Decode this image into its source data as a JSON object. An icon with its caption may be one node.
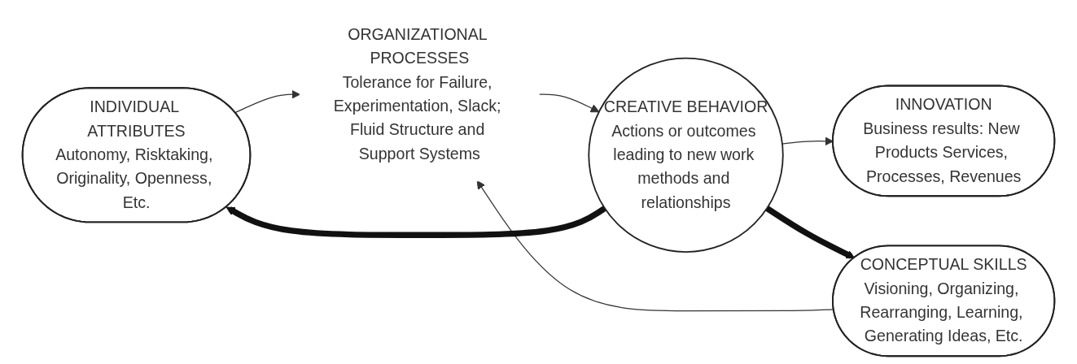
{
  "diagram": {
    "nodes": [
      {
        "text": [
          "INDIVIDUAL ATTRIBUTES",
          "Autonomy, Risktaking, Originality, Openness, Etc."
        ]
      },
      {
        "text": [
          "CONCEPTUAL SKILLS",
          "Visioning, Organizing, Rearranging, Learning, Generating Ideas, Etc."
        ]
      },
      {
        "text": [
          "ORGANIZATIONAL PROCESSES",
          "Tolerance for Failure, Experimentation, Slack; Fluid Structure and Support Systems"
        ]
      },
      {
        "text": [
          "CREATIVE BEHAVIOR",
          "Actions or outcomes leading to new work methods and relationships"
        ]
      },
      {
        "text": [
          "INNOVATION",
          "Business results: New Products Services, Processes, Revenues"
        ]
      }
    ],
    "edges": [
      {
        "from": 0,
        "to": 2,
        "arrow": "to"
      },
      {
        "from": 1,
        "to": 2,
        "arrow": "to"
      },
      {
        "from": 2,
        "to": 3,
        "arrow": "to"
      },
      {
        "from": 3,
        "to": 4,
        "arrow": "to"
      },
      {
        "from": 3,
        "to": 0,
        "arrow": "to",
        "style": "thick",
        "color": "#111111"
      },
      {
        "from": 3,
        "to": 1,
        "arrow": "to",
        "style": "thick",
        "color": "#111111"
      }
    ]
  }
}
